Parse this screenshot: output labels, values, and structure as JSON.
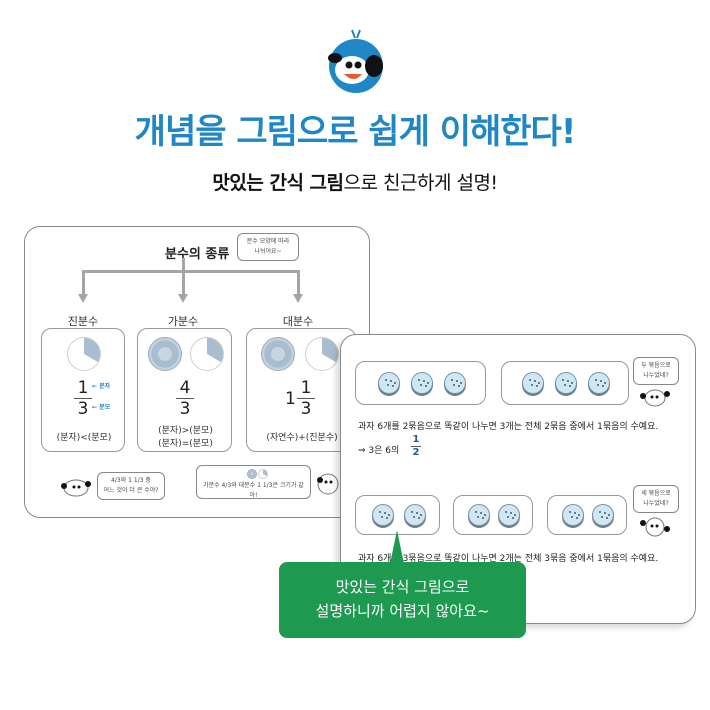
{
  "header": {
    "headline": "개념을 그림으로 쉽게 이해한다!",
    "subline_bold": "맛있는 간식 그림",
    "subline_rest": "으로 친근하게 설명!",
    "accent_color": "#1f87c6"
  },
  "left_card": {
    "title": "분수의 종류",
    "title_bubble": [
      "분수 모양에 따라",
      "나뉘어요~"
    ],
    "kinds": [
      {
        "label": "진분수",
        "fraction": {
          "whole": "",
          "numerator": "1",
          "denominator": "3"
        },
        "notes": {
          "numerator": "← 분자",
          "denominator": "← 분모"
        },
        "captions": [
          "(분자)<(분모)"
        ]
      },
      {
        "label": "가분수",
        "fraction": {
          "whole": "",
          "numerator": "4",
          "denominator": "3"
        },
        "captions": [
          "(분자)>(분모)",
          "(분자)=(분모)"
        ]
      },
      {
        "label": "대분수",
        "fraction": {
          "whole": "1",
          "numerator": "1",
          "denominator": "3"
        },
        "captions": [
          "(자연수)+(진분수)"
        ]
      }
    ],
    "question_bubble": [
      "4/3와 1 1/3 중",
      "어느 것이 더 큰 수야?"
    ],
    "answer_bubble": "가분수 4/3와 대분수 1 1/3은 크기가 같아!"
  },
  "right_card": {
    "row1": {
      "groups": 2,
      "cookies_per_group": 3,
      "bubble": [
        "두 묶음으로",
        "나누었네?"
      ],
      "sentence": "과자 6개를 2묶음으로 똑같이 나누면 3개는 전체 2묶음 중에서 1묶음의 수예요.",
      "result_prefix": "⇒ 3은 6의",
      "result_fraction": {
        "numerator": "1",
        "denominator": "2"
      }
    },
    "row2": {
      "groups": 3,
      "cookies_per_group": 2,
      "bubble": [
        "세 묶음으로",
        "나누었네?"
      ],
      "sentence": "과자 6개를 3묶음으로 똑같이 나누면 2개는 전체 3묶음 중에서 1묶음의 수예요."
    }
  },
  "callout": {
    "line1": "맛있는 간식 그림으로",
    "line2": "설명하니까 어렵지 않아요~",
    "color": "#1e9a50"
  },
  "icons": {
    "mascot": "mascot-icon",
    "pie": "pie-chart-icon",
    "cookie": "cookie-icon"
  }
}
